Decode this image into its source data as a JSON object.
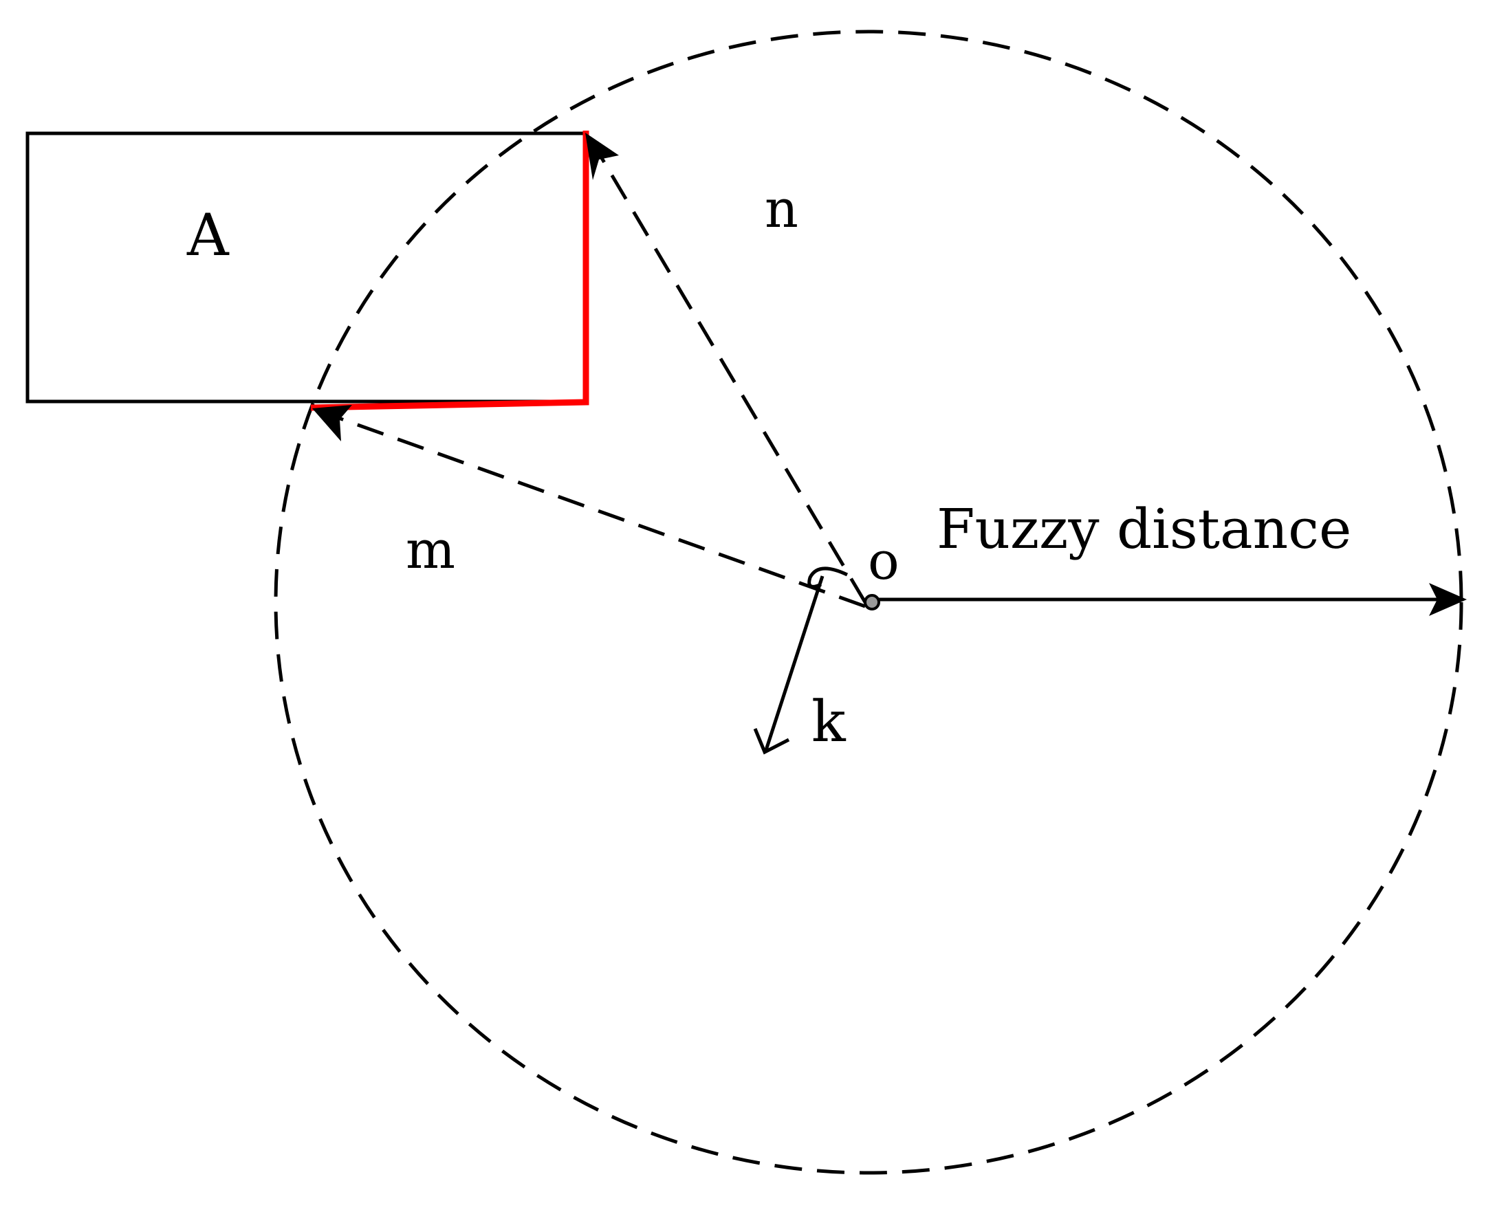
{
  "labels": {
    "region": "A",
    "vector_n": "n",
    "vector_m": "m",
    "origin": "o",
    "vector_k": "k",
    "radius": "Fuzzy distance"
  },
  "colors": {
    "stroke": "#000000",
    "highlight": "#ff0000",
    "origin_fill": "#9a9a9a",
    "background": "#ffffff"
  }
}
